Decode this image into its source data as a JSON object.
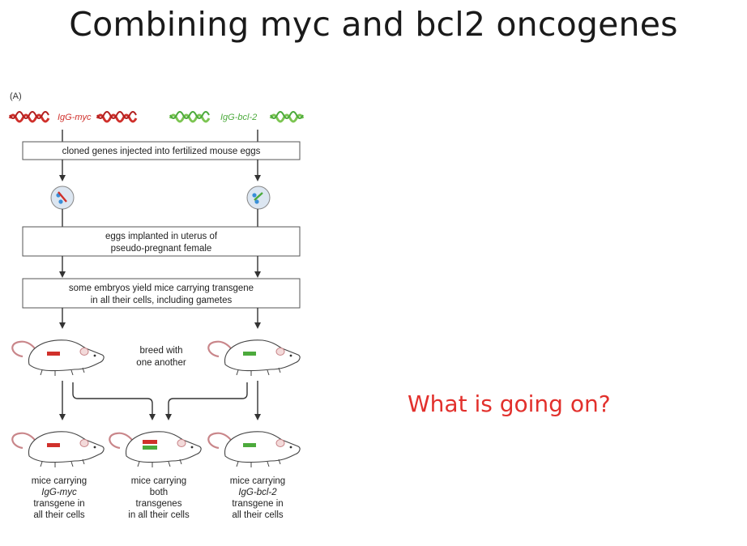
{
  "slide": {
    "title": "Combining myc and bcl2 oncogenes",
    "question": "What is going on?"
  },
  "figure": {
    "panel_label": "(A)",
    "gene_left": "IgG-myc",
    "gene_right": "IgG-bcl-2",
    "step1": "cloned genes injected into fertilized mouse eggs",
    "step2_line1": "eggs implanted in uterus of",
    "step2_line2": "pseudo-pregnant female",
    "step3_line1": "some embryos yield mice carrying transgene",
    "step3_line2": "in all their cells, including gametes",
    "breed_line1": "breed with",
    "breed_line2": "one another",
    "result_left": [
      "mice carrying",
      "IgG-myc",
      "transgene in",
      "all their cells"
    ],
    "result_middle": [
      "mice carrying",
      "both",
      "transgenes",
      "in all their cells"
    ],
    "result_right": [
      "mice carrying",
      "IgG-bcl-2",
      "transgene in",
      "all their cells"
    ]
  },
  "colors": {
    "title": "#1a1a1a",
    "question": "#e2302c",
    "myc_red": "#d0302b",
    "bcl2_green": "#4caa3c",
    "egg_blue": "#3a8fd8"
  }
}
